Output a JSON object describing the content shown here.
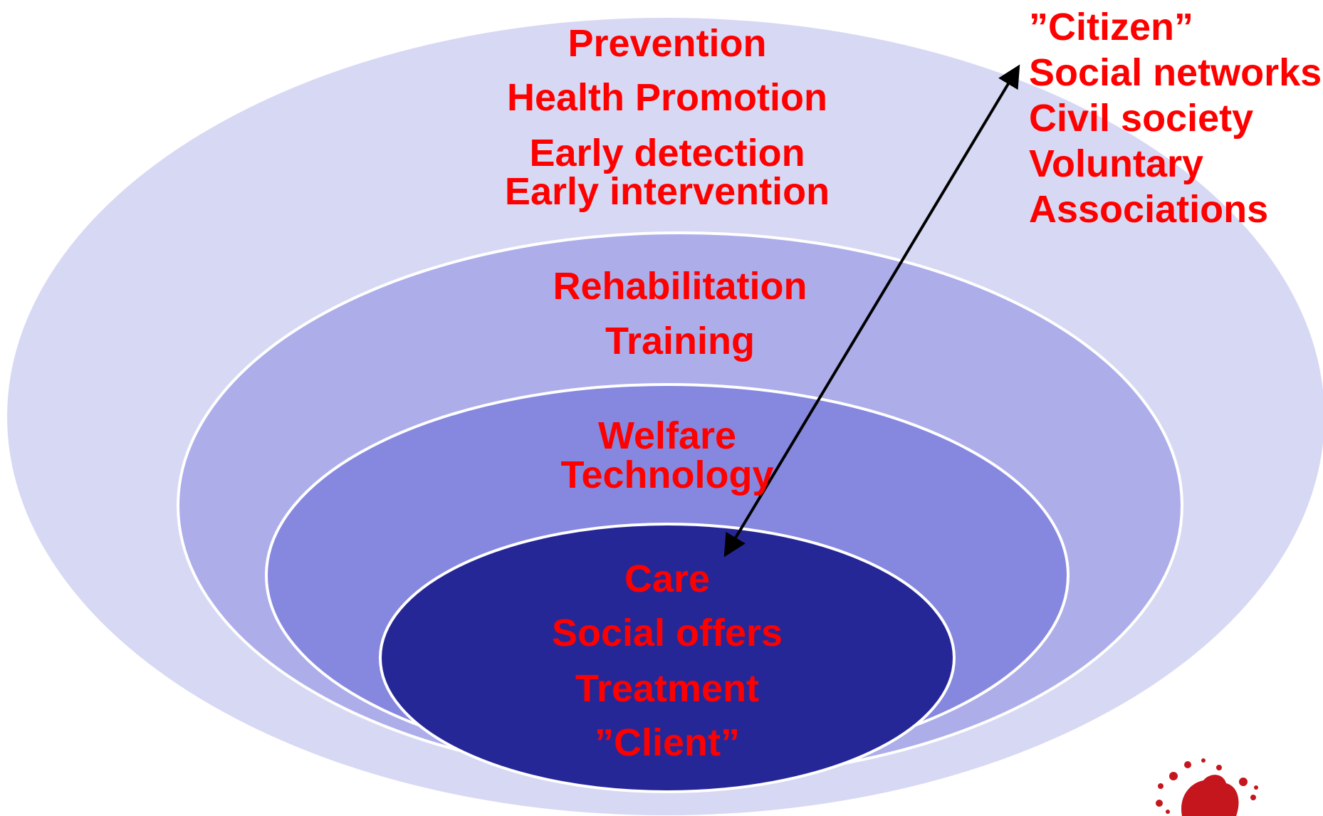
{
  "rings": {
    "outer": [
      "Prevention",
      "Health Promotion",
      "Early detection",
      "Early intervention"
    ],
    "second": [
      "Rehabilitation",
      "Training"
    ],
    "third": [
      "Welfare",
      "Technology"
    ],
    "core": [
      "Care",
      "Social offers",
      "Treatment",
      "”Client”"
    ]
  },
  "side_list": [
    "”Citizen”",
    "Social networks",
    "Civil society",
    "Voluntary",
    "Associations"
  ],
  "colors": {
    "ring_outer": "#d7d8f3",
    "ring_second": "#adadea",
    "ring_third": "#8687df",
    "ring_core": "#262797",
    "label_text": "#ff0000",
    "arrow": "#000000",
    "splatter": "#c4161c"
  }
}
